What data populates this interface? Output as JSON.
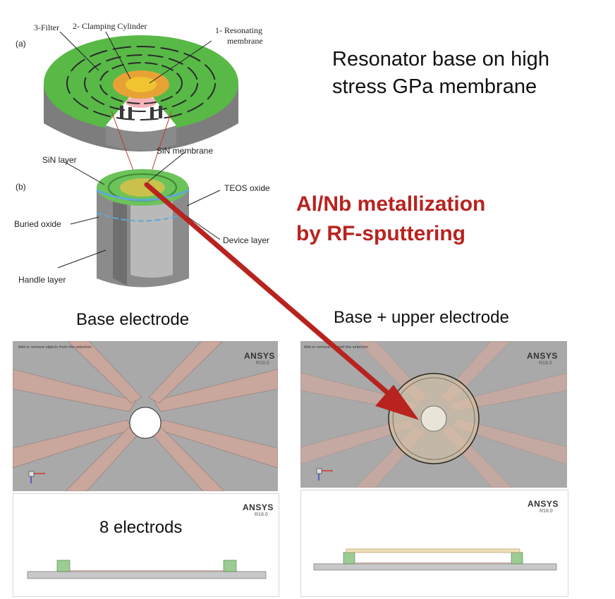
{
  "fig_a": {
    "panel_letter": "(a)",
    "filter": "3-Filter",
    "clamping": "2- Clamping Cylinder",
    "resonating_1": "1- Resonating",
    "resonating_2": "membrane"
  },
  "fig_b": {
    "panel_letter": "(b)",
    "sin_layer": "SiN layer",
    "sin_membrane": "SiN membrane",
    "teos": "TEOS oxide",
    "buried": "Buried oxide",
    "device": "Device layer",
    "handle": "Handle layer"
  },
  "headline": {
    "line1": "Resonator base on high",
    "line2": "stress GPa membrane"
  },
  "metallization": {
    "line1": "Al/Nb metallization",
    "line2": "by RF-sputtering"
  },
  "captions": {
    "base": "Base electrode",
    "upper": "Base + upper electrode",
    "count": "8 electrods"
  },
  "ansys": {
    "name": "ANSYS",
    "version": "R18.0",
    "hint_left": "Add or remove objects from the selection",
    "hint_right": "Add or remove 1 latest the selection"
  },
  "colors": {
    "arrow": "#b8231f",
    "membrane_green": "#58b947",
    "electrode_pink": "#c9a79c",
    "panel_gray": "#a9a9a9"
  }
}
